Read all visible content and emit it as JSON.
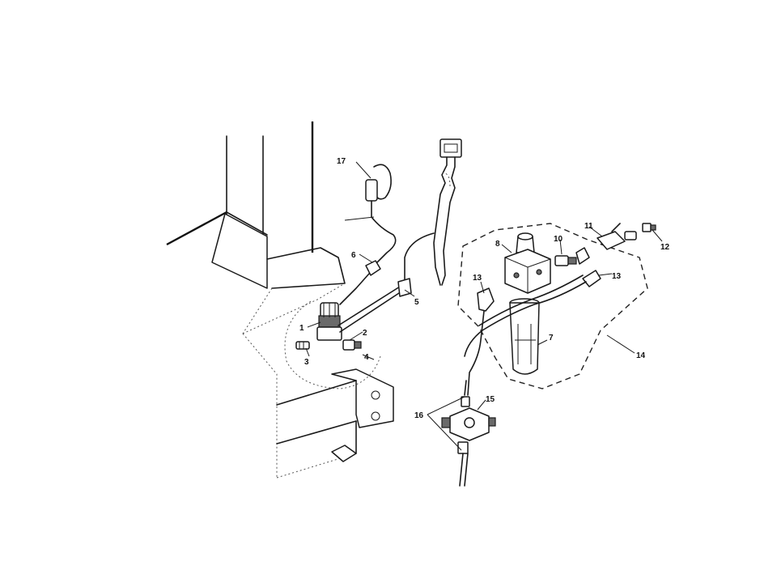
{
  "diagram": {
    "callouts": [
      {
        "id": "c1",
        "text": "1"
      },
      {
        "id": "c2",
        "text": "2"
      },
      {
        "id": "c3",
        "text": "3"
      },
      {
        "id": "c4",
        "text": "4"
      },
      {
        "id": "c5",
        "text": "5"
      },
      {
        "id": "c6",
        "text": "6"
      },
      {
        "id": "c7",
        "text": "7"
      },
      {
        "id": "c8",
        "text": "8"
      },
      {
        "id": "c10",
        "text": "10"
      },
      {
        "id": "c11",
        "text": "11"
      },
      {
        "id": "c12",
        "text": "12"
      },
      {
        "id": "c13a",
        "text": "13"
      },
      {
        "id": "c13b",
        "text": "13"
      },
      {
        "id": "c14",
        "text": "14"
      },
      {
        "id": "c15",
        "text": "15"
      },
      {
        "id": "c16",
        "text": "16"
      },
      {
        "id": "c17",
        "text": "17"
      }
    ]
  }
}
